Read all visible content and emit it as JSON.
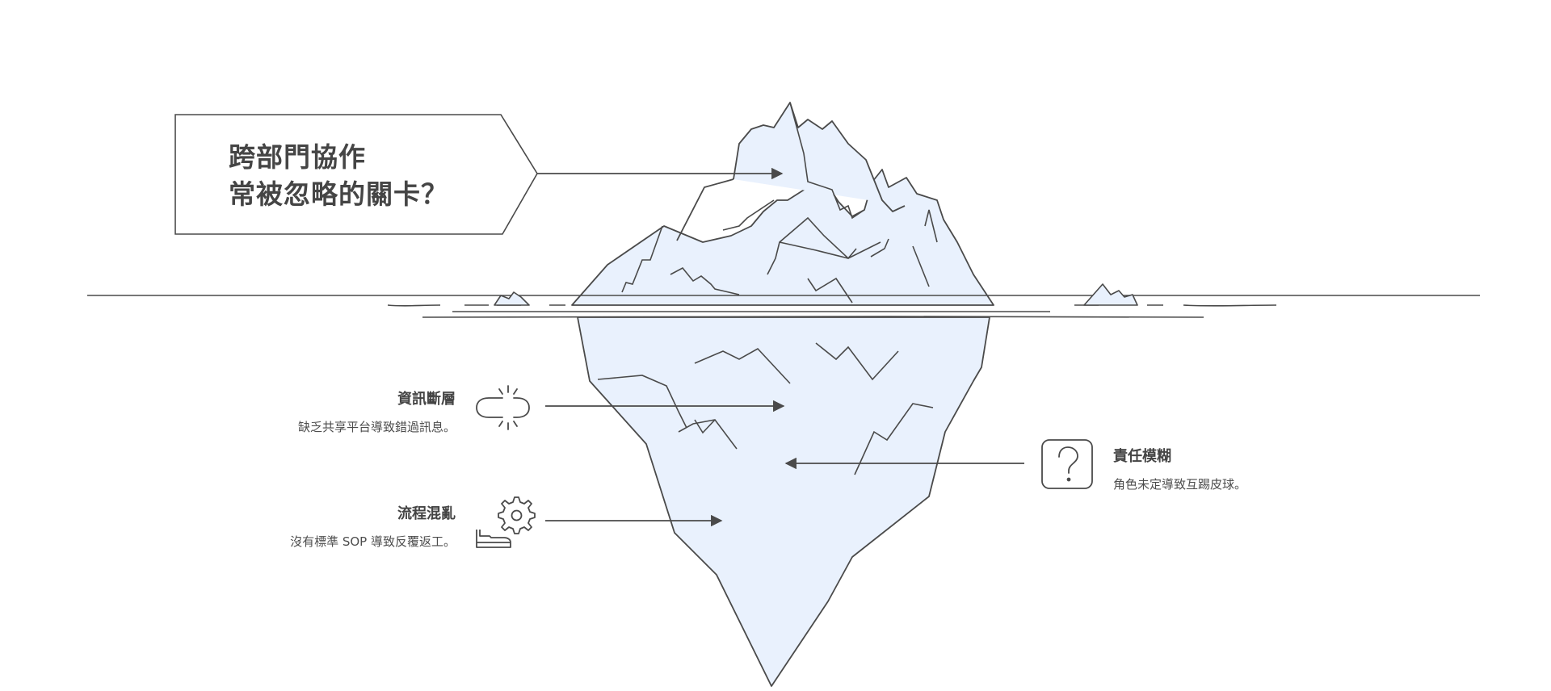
{
  "title": {
    "line1": "跨部門協作",
    "line2": "常被忽略的關卡？"
  },
  "items": [
    {
      "key": "info",
      "title": "資訊斷層",
      "description": "缺乏共享平台導致錯過訊息。",
      "icon": "broken-link-icon"
    },
    {
      "key": "process",
      "title": "流程混亂",
      "description": "沒有標準 SOP 導致反覆返工。",
      "icon": "gear-conveyor-icon"
    },
    {
      "key": "responsibility",
      "title": "責任模糊",
      "description": "角色未定導致互踢皮球。",
      "icon": "question-box-icon"
    }
  ],
  "colors": {
    "stroke": "#4a4a4a",
    "ice_fill": "#e9f1fd",
    "text": "#444444"
  }
}
